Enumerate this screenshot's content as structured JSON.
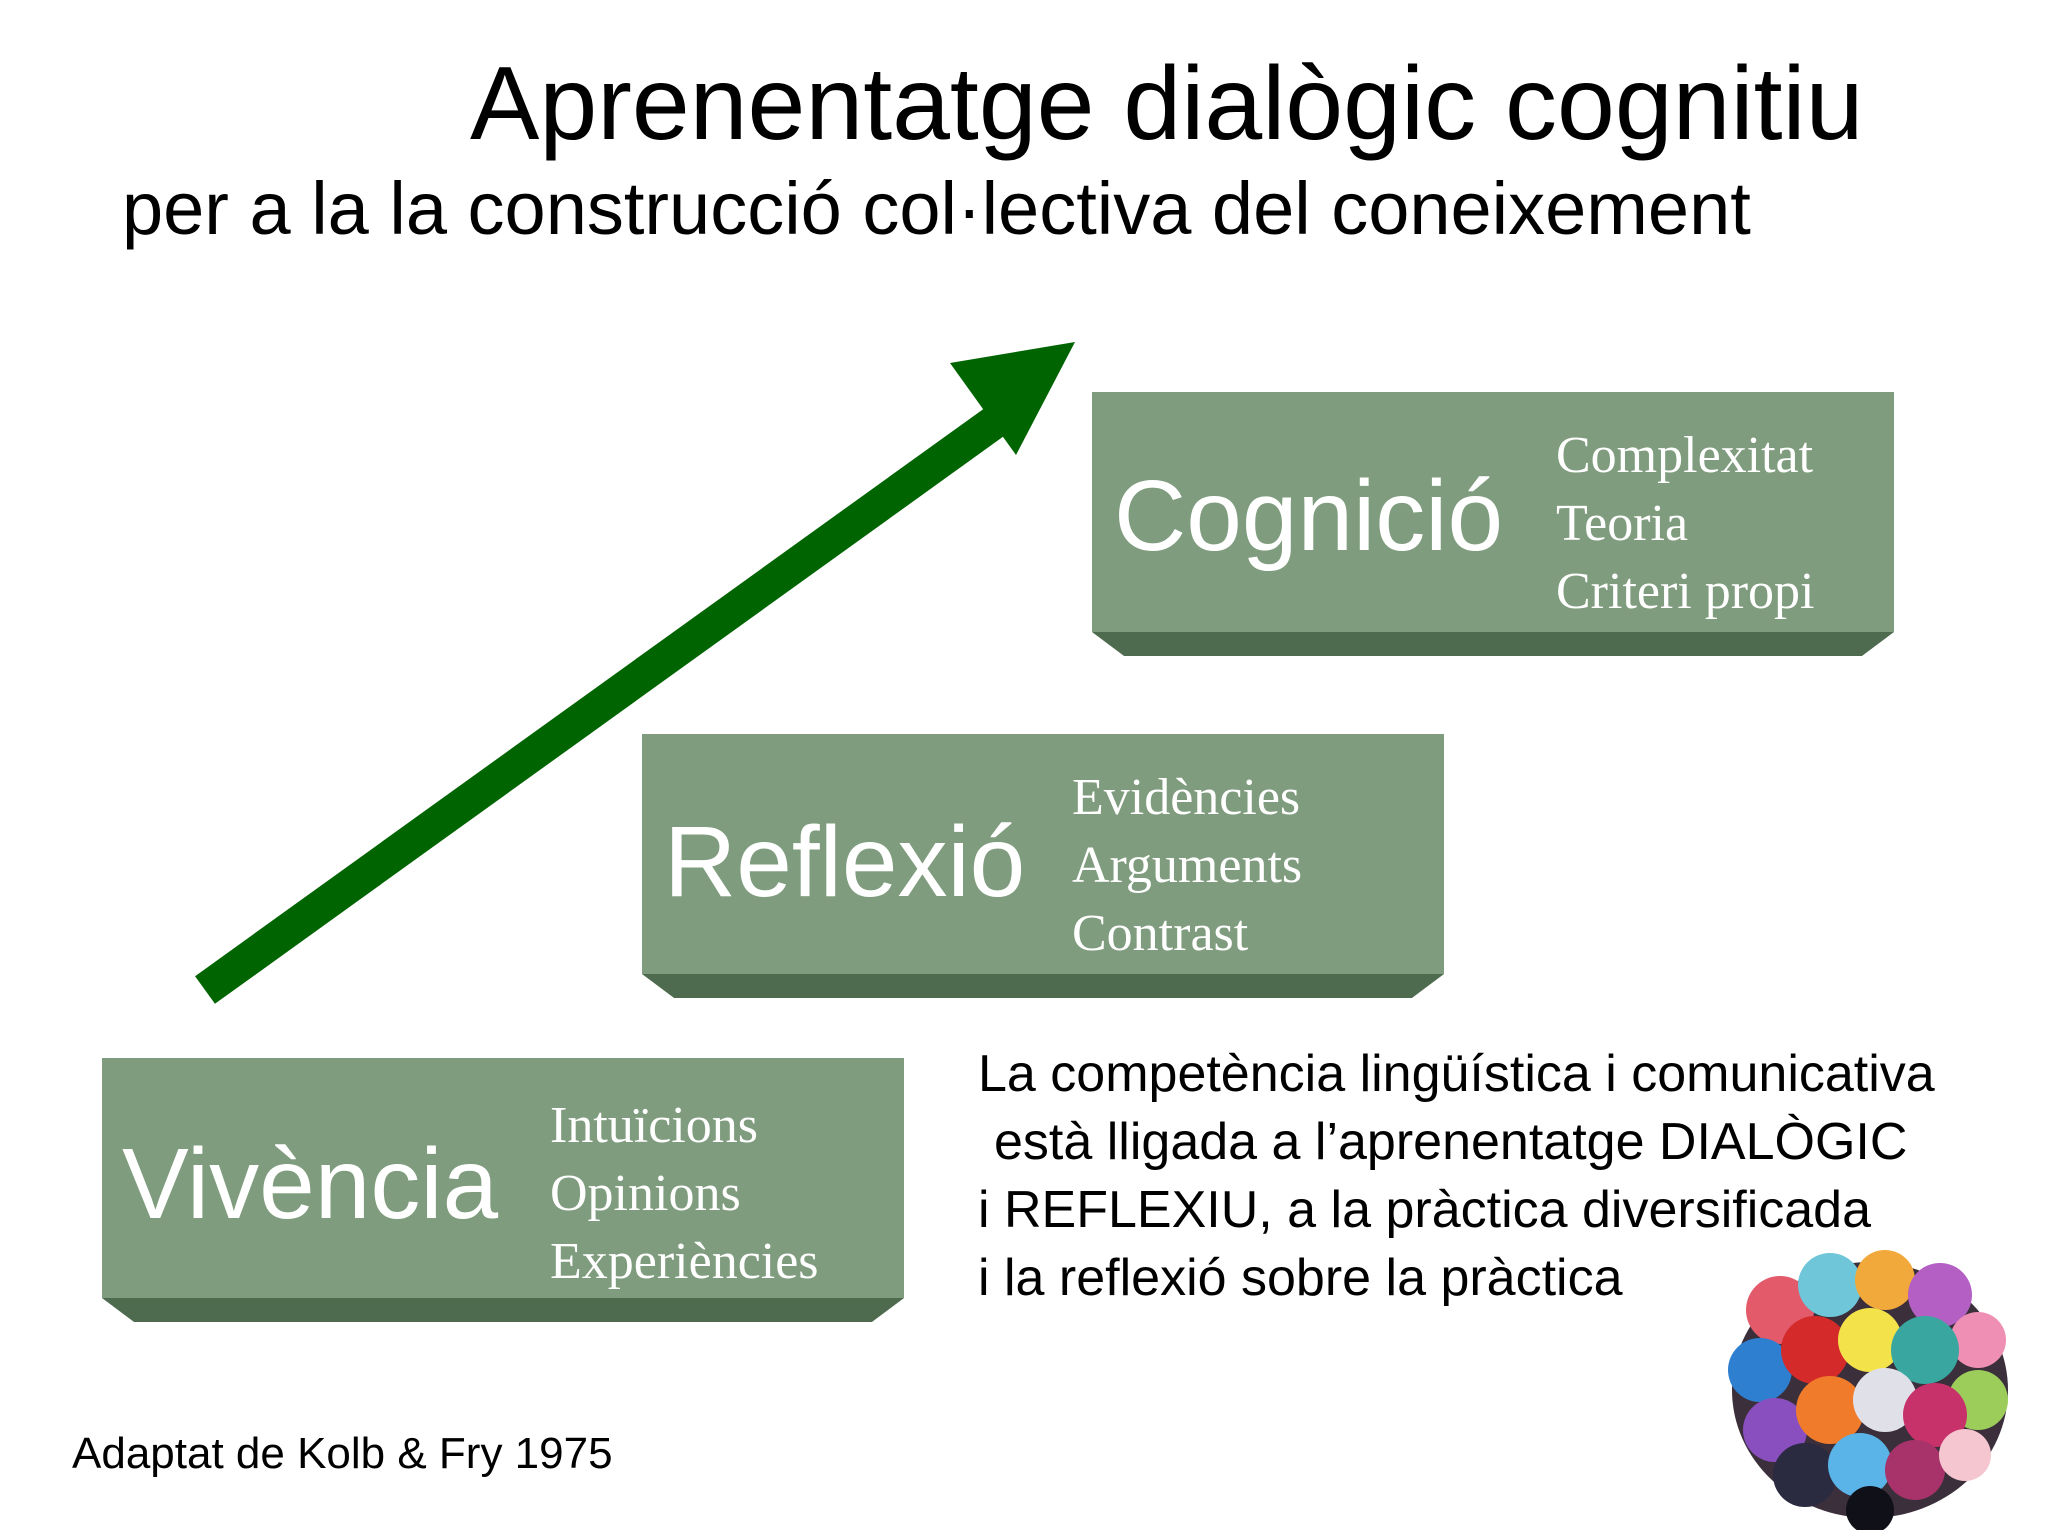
{
  "title": "Aprenentatge dialògic cognitiu",
  "subtitle": "per a la la construcció col·lectiva del coneixement",
  "colors": {
    "block_face": "#7f9c7e",
    "block_bevel": "#4f6b4f",
    "arrow": "#006400",
    "block_text": "#ffffff"
  },
  "blocks": [
    {
      "label": "Vivència",
      "items": [
        "Intuïcions",
        "Opinions",
        "Experiències"
      ]
    },
    {
      "label": "Reflexió",
      "items": [
        "Evidències",
        "Arguments",
        "Contrast"
      ]
    },
    {
      "label": "Cognició",
      "items": [
        "Complexitat",
        "Teoria",
        "Criteri propi"
      ]
    }
  ],
  "paragraph": [
    "La competència lingüística i comunicativa",
    "està lligada a l’aprenentatge DIALÒGIC",
    "i REFLEXIU, a la pràctica diversificada",
    "i la reflexió sobre la pràctica"
  ],
  "credit": "Adaptat de Kolb & Fry 1975",
  "image": {
    "icon": "wool-balls-icon"
  }
}
